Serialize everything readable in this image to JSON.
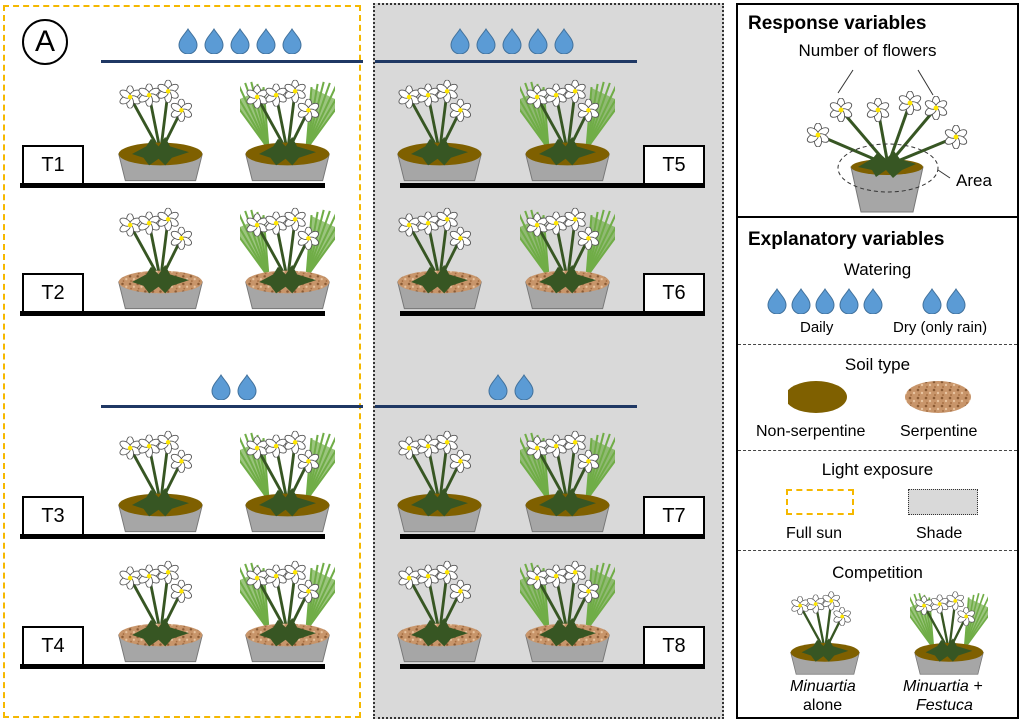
{
  "panel_label": "A",
  "treatments": [
    {
      "id": "T1",
      "light": "Full sun",
      "watering": "Daily",
      "soil": "Non-serpentine"
    },
    {
      "id": "T2",
      "light": "Full sun",
      "watering": "Daily",
      "soil": "Serpentine"
    },
    {
      "id": "T3",
      "light": "Full sun",
      "watering": "Dry (only rain)",
      "soil": "Non-serpentine"
    },
    {
      "id": "T4",
      "light": "Full sun",
      "watering": "Dry (only rain)",
      "soil": "Serpentine"
    },
    {
      "id": "T5",
      "light": "Shade",
      "watering": "Daily",
      "soil": "Non-serpentine"
    },
    {
      "id": "T6",
      "light": "Shade",
      "watering": "Daily",
      "soil": "Serpentine"
    },
    {
      "id": "T7",
      "light": "Shade",
      "watering": "Dry (only rain)",
      "soil": "Non-serpentine"
    },
    {
      "id": "T8",
      "light": "Shade",
      "watering": "Dry (only rain)",
      "soil": "Serpentine"
    }
  ],
  "watering_drops": {
    "daily": 5,
    "dry": 2
  },
  "legend": {
    "response_title": "Response variables",
    "number_of_flowers": "Number of flowers",
    "area": "Area",
    "explanatory_title": "Explanatory variables",
    "watering": {
      "title": "Watering",
      "daily": "Daily",
      "dry": "Dry (only rain)"
    },
    "soil": {
      "title": "Soil type",
      "non_serpentine": "Non-serpentine",
      "serpentine": "Serpentine"
    },
    "light": {
      "title": "Light exposure",
      "full_sun": "Full sun",
      "shade": "Shade"
    },
    "competition": {
      "title": "Competition",
      "alone_line1": "Minuartia",
      "alone_line2": "alone",
      "with_line1": "Minuartia +",
      "with_line2": "Festuca"
    }
  },
  "colors": {
    "full_sun_border": "#f5b800",
    "shade_fill": "#d9d9d9",
    "water_drop": "#5b9bd5",
    "watering_line": "#1f3864",
    "non_serpentine_soil": "#7f6000",
    "serpentine_soil": "#c8956a",
    "pot": "#a6a6a6",
    "rosette": "#375623",
    "festuca": "#70ad47"
  }
}
